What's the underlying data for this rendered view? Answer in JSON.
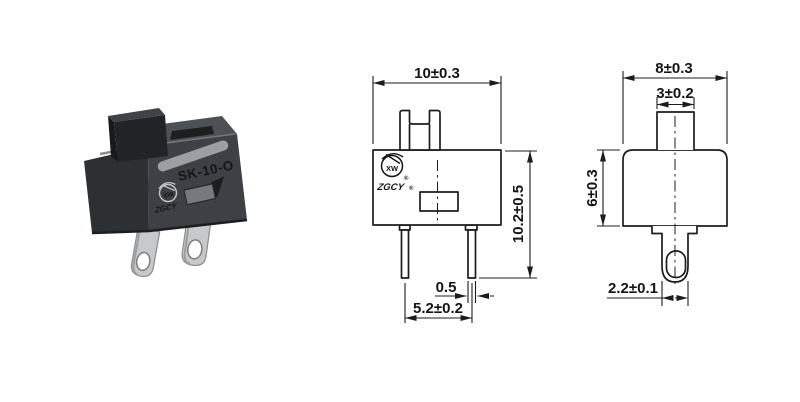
{
  "product": {
    "model": "SK-10-O",
    "brand": "ZGCY",
    "monogram": "XW",
    "reg": "®"
  },
  "front_view": {
    "dim_overall_width": "10±0.3",
    "dim_overall_height": "10.2±0.5",
    "dim_pin_width": "0.5",
    "dim_pin_pitch": "5.2±0.2",
    "brand": "ZGCY",
    "monogram": "XW",
    "reg": "®"
  },
  "side_view": {
    "dim_overall_width": "8±0.3",
    "dim_knob_width": "3±0.2",
    "dim_body_height": "6±0.3",
    "dim_pin_width": "2.2±0.1"
  },
  "colors": {
    "line": "#1c1c1c",
    "body_front": "#3d4044",
    "body_side": "#2d3033",
    "body_top": "#4d5155",
    "knob": "#212427",
    "slot_stripe": "#9da0a2",
    "pin_metal": "#c7c9ca"
  }
}
